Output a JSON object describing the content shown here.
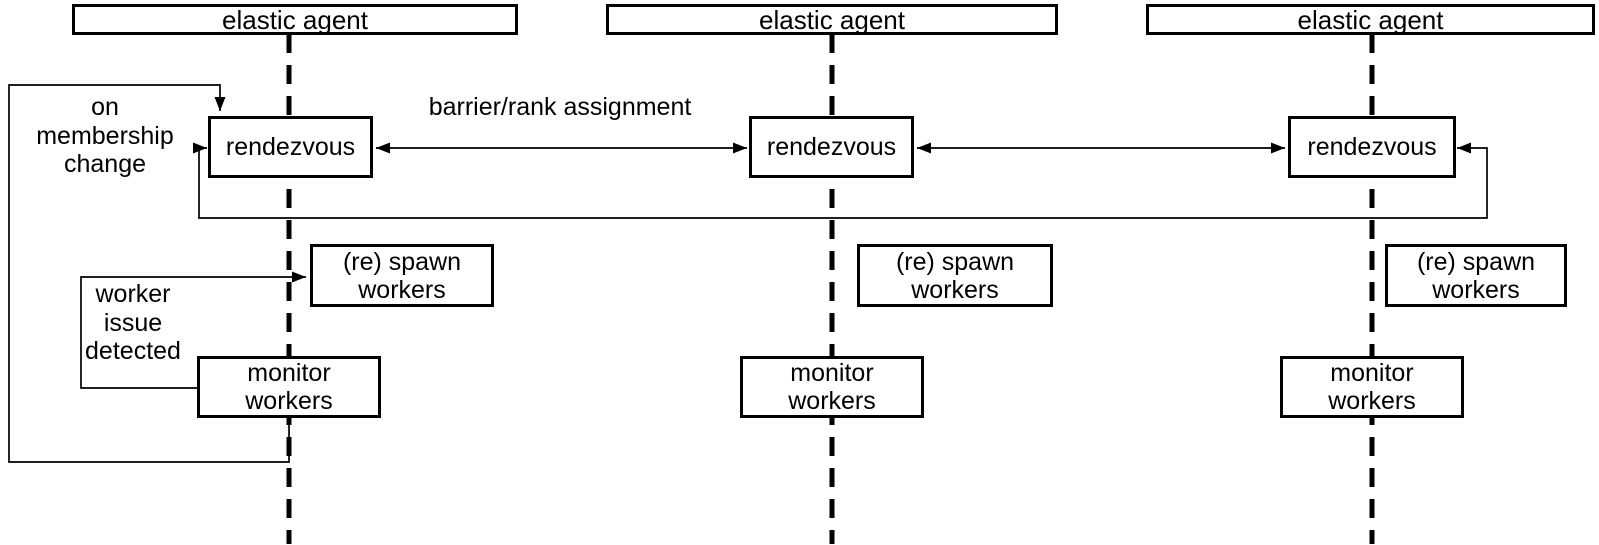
{
  "colors": {
    "ink": "#000000",
    "background": "#ffffff"
  },
  "agents": [
    {
      "title": "elastic agent",
      "rendezvous_label": "rendezvous",
      "respawn_label": "(re) spawn\nworkers",
      "monitor_label": "monitor\nworkers"
    },
    {
      "title": "elastic agent",
      "rendezvous_label": "rendezvous",
      "respawn_label": "(re) spawn\nworkers",
      "monitor_label": "monitor\nworkers"
    },
    {
      "title": "elastic agent",
      "rendezvous_label": "rendezvous",
      "respawn_label": "(re) spawn\nworkers",
      "monitor_label": "monitor\nworkers"
    }
  ],
  "labels": {
    "on_membership_change": "on\nmembership\nchange",
    "barrier_rank_assignment": "barrier/rank assignment",
    "worker_issue_detected": "worker\nissue\ndetected"
  }
}
